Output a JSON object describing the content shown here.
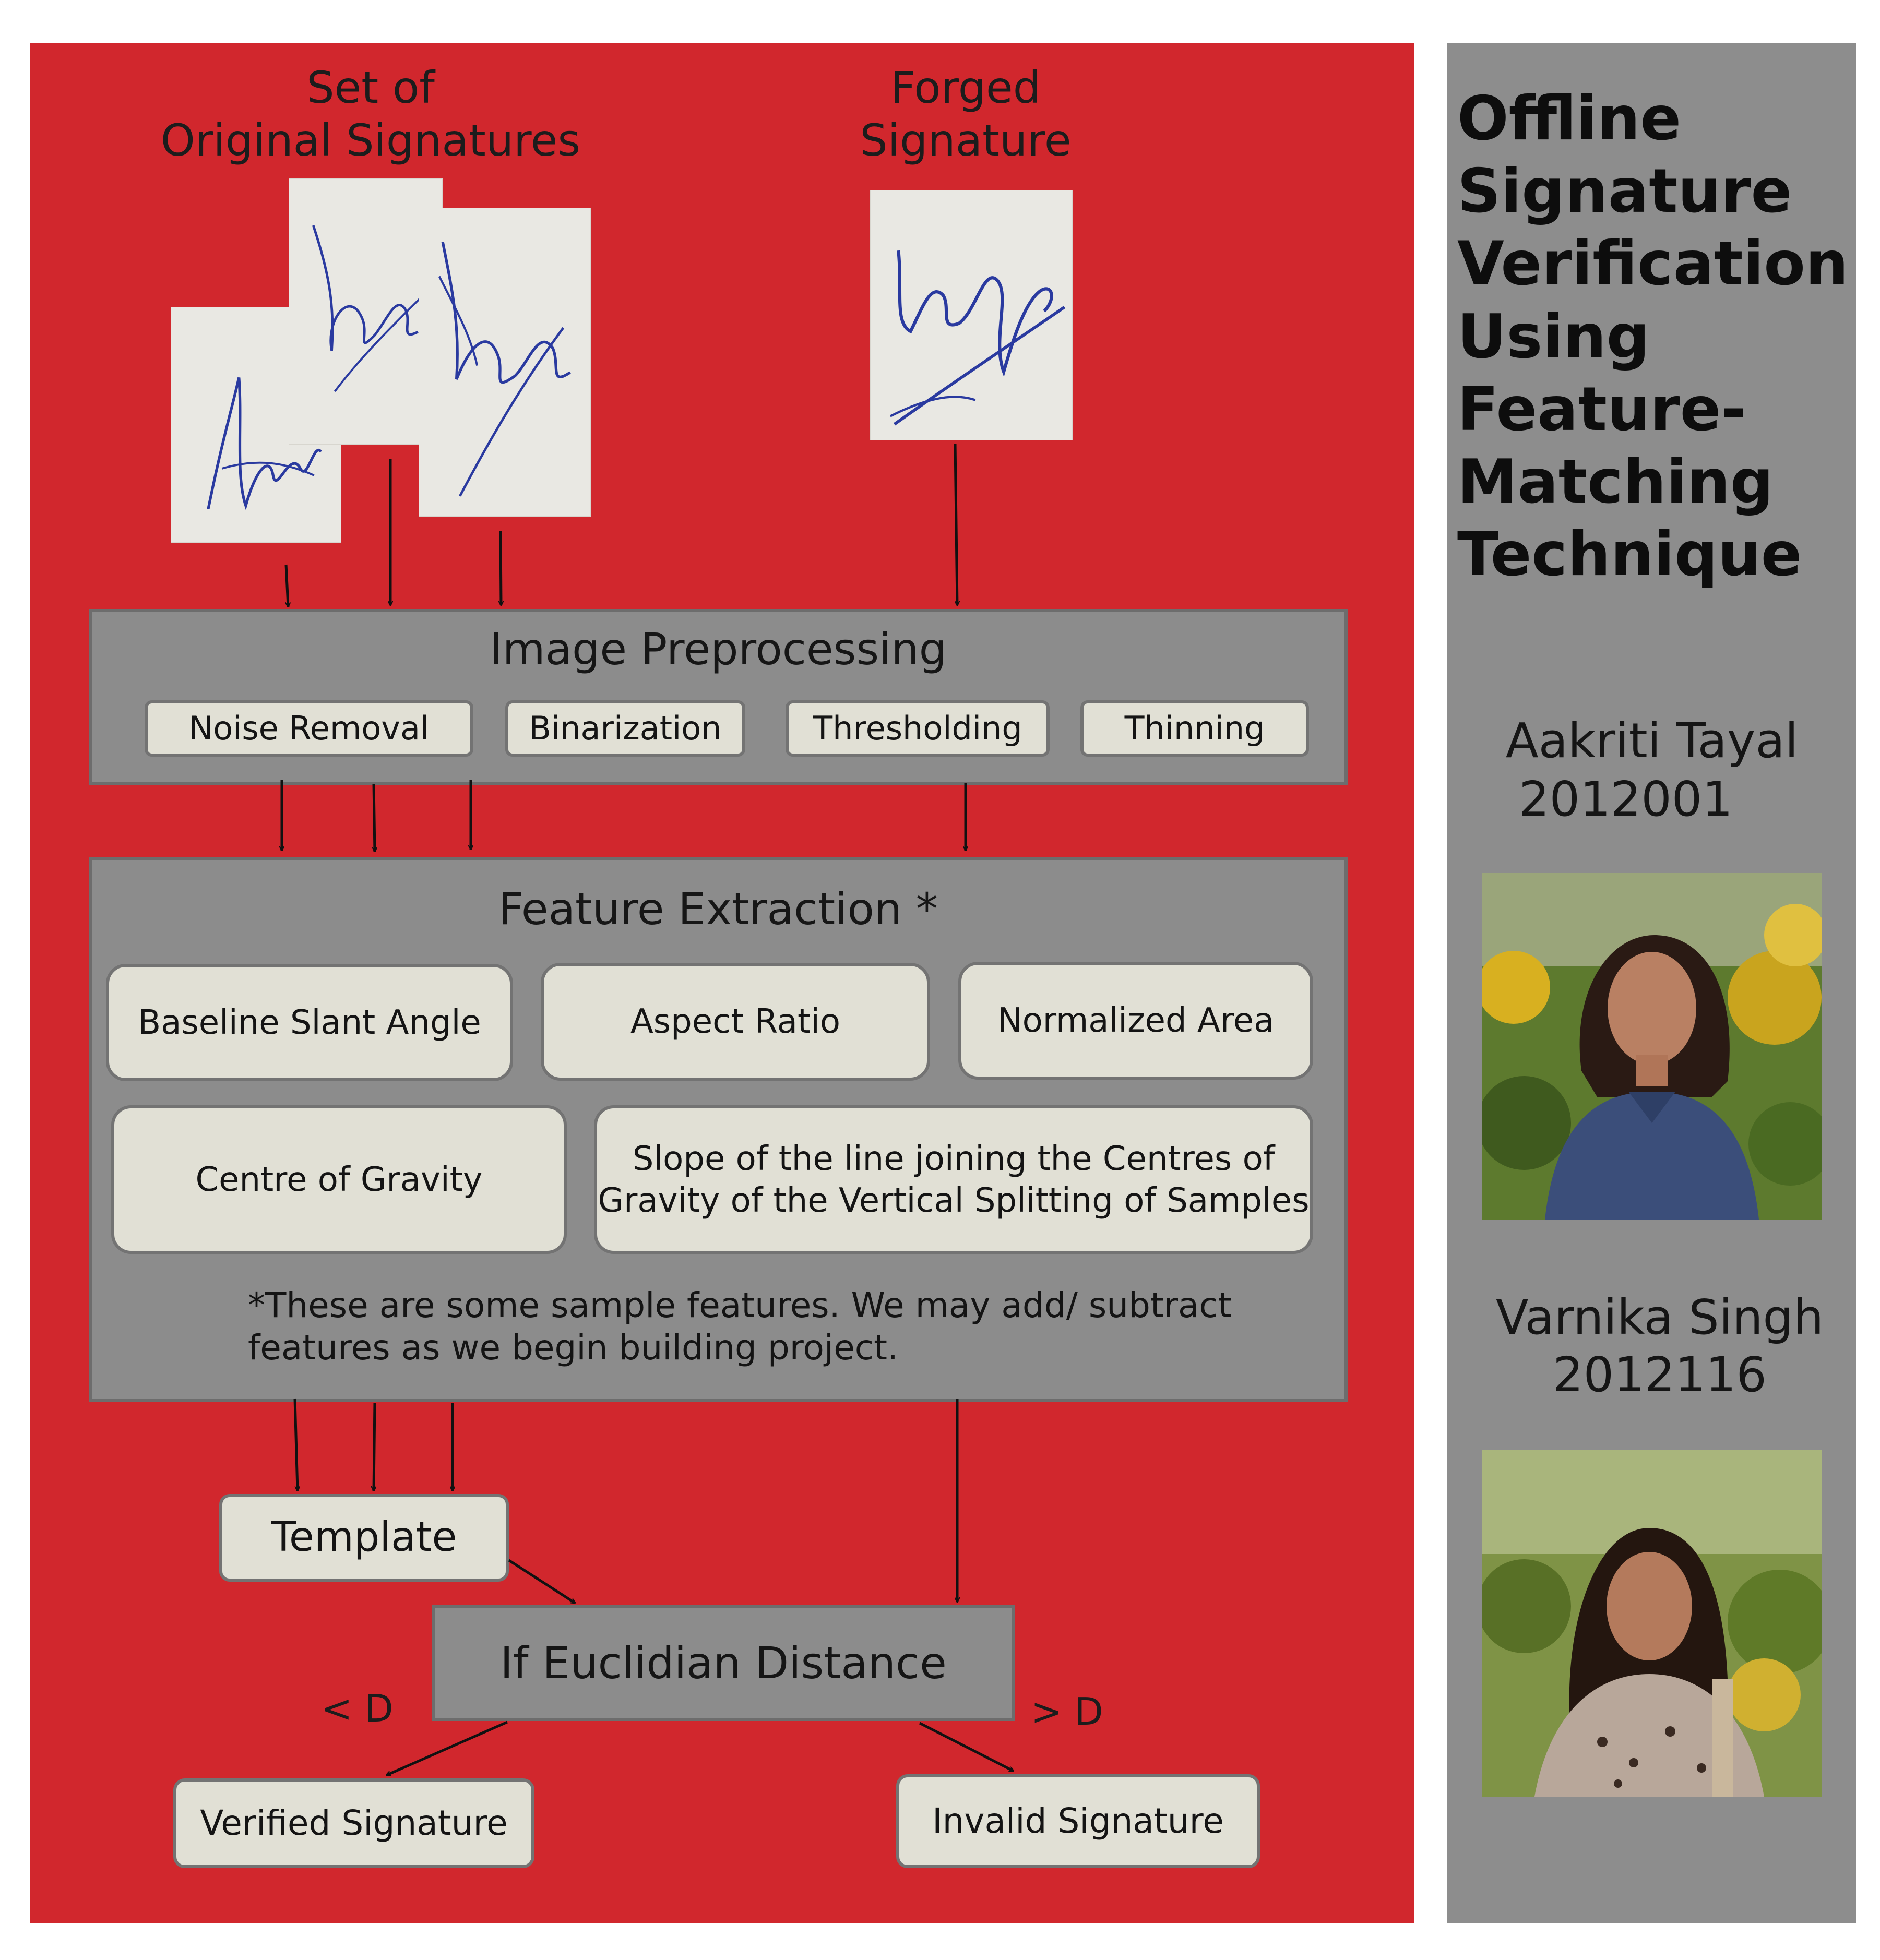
{
  "inputs": {
    "original_title": "Set of\nOriginal Signatures",
    "forged_title": "Forged\nSignature"
  },
  "preprocessing": {
    "title": "Image Preprocessing",
    "steps": [
      "Noise Removal",
      "Binarization",
      "Thresholding",
      "Thinning"
    ]
  },
  "features": {
    "title": "Feature Extraction *",
    "items": [
      "Baseline Slant Angle",
      "Aspect Ratio",
      "Normalized Area",
      "Centre of Gravity",
      "Slope of the line joining the Centres of\nGravity of the Vertical Splitting of Samples"
    ],
    "note": "*These are some sample features. We may add/ subtract\nfeatures as we begin building project."
  },
  "template_label": "Template",
  "decision": {
    "label": "If Euclidian Distance",
    "less": "< D",
    "greater": "> D"
  },
  "outcomes": {
    "verified": "Verified Signature",
    "invalid": "Invalid Signature"
  },
  "side": {
    "title": "Offline\nSignature\nVerification\nUsing\nFeature-\nMatching\nTechnique",
    "authors": [
      {
        "name": "Aakriti Tayal",
        "id": "2012001"
      },
      {
        "name": "Varnika Singh",
        "id": "2012116"
      }
    ]
  },
  "colors": {
    "panel_red": "#d1272d",
    "panel_gray": "#8d8d8d",
    "box_fill": "#8c8c8c",
    "pill_fill": "#e1e0d5",
    "ink_blue": "#2a3aa0"
  }
}
